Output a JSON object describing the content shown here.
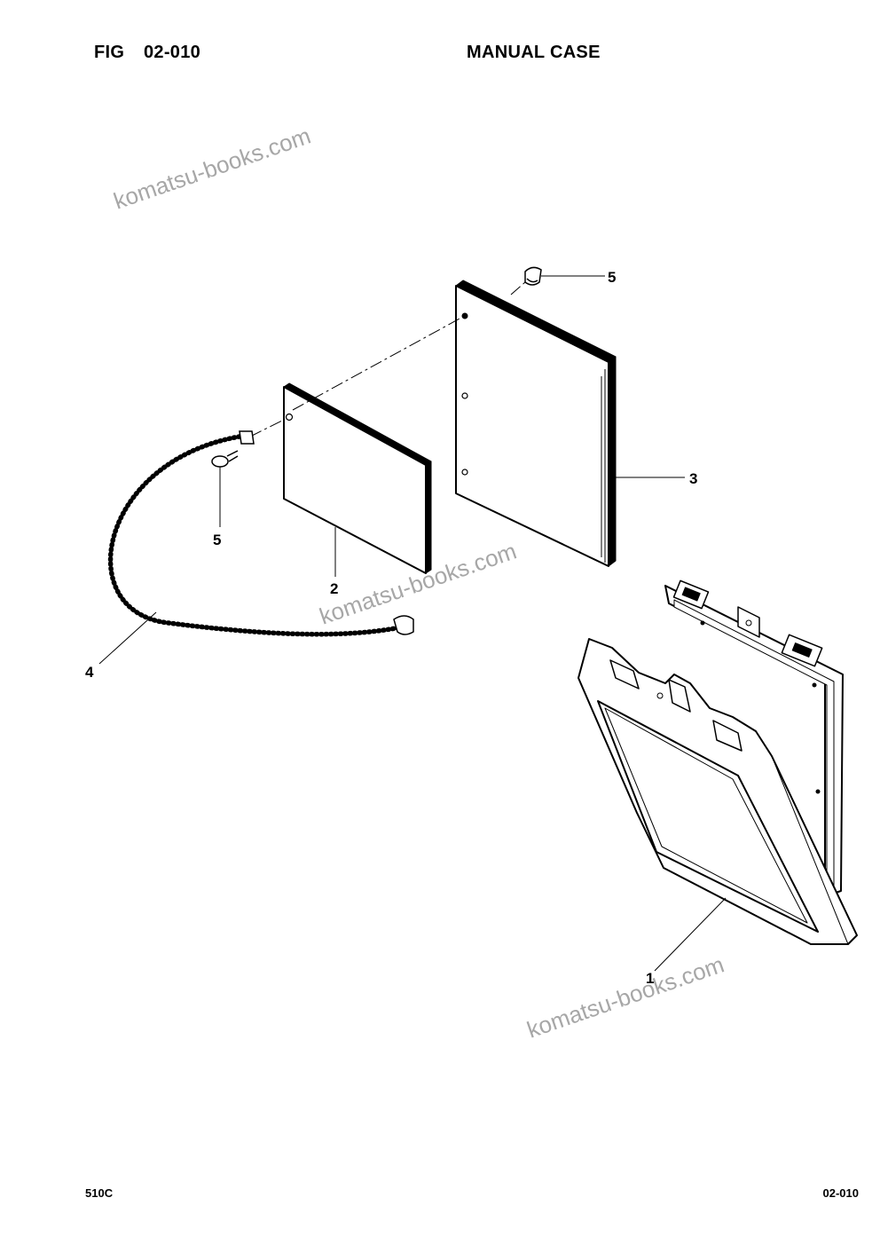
{
  "header": {
    "fig_label": "FIG",
    "fig_number": "02-010",
    "title": "MANUAL CASE"
  },
  "footer": {
    "model": "510C",
    "page_ref": "02-010"
  },
  "callouts": {
    "part_1": "1",
    "part_2": "2",
    "part_3": "3",
    "part_4": "4",
    "part_5_top": "5",
    "part_5_left": "5"
  },
  "watermark": {
    "text": "komatsu-books.com"
  }
}
